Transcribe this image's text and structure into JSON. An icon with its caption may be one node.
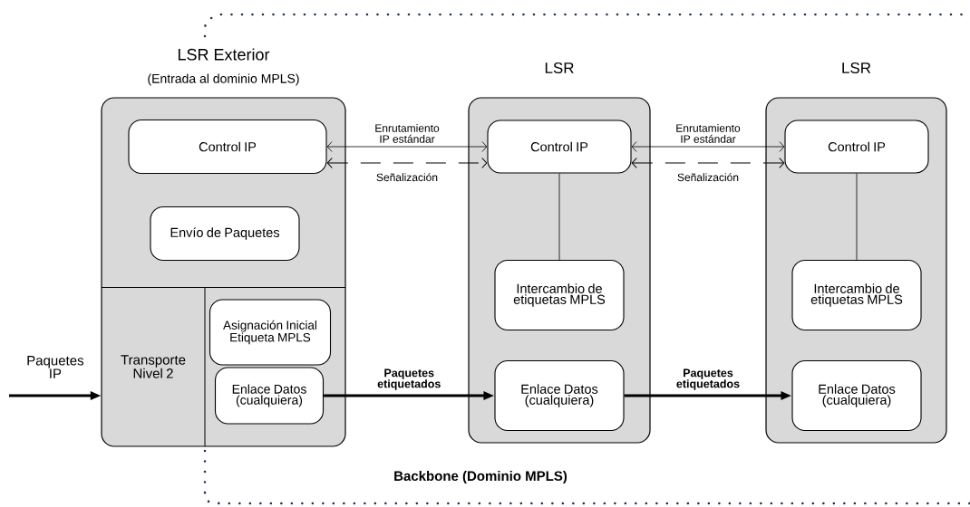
{
  "diagram": {
    "nodes": [
      {
        "text": [
          "LSR Exterior",
          "(Entrada al dominio MPLS)"
        ]
      },
      {
        "text": [
          "Control IP"
        ],
        "in": 0
      },
      {
        "text": [
          "Envío de Paquetes"
        ],
        "in": 0
      },
      {
        "text": [
          "Transporte Nivel 2"
        ],
        "in": 0
      },
      {
        "text": [
          "Asignación Inicial Etiqueta MPLS"
        ],
        "in": 0
      },
      {
        "text": [
          "Enlace Datos (cualquiera)"
        ],
        "in": 0
      },
      {
        "text": [
          "LSR"
        ]
      },
      {
        "text": [
          "Control IP"
        ],
        "in": 6
      },
      {
        "text": [
          "Intercambio de etiquetas MPLS"
        ],
        "in": 6
      },
      {
        "text": [
          "Enlace Datos (cualquiera)"
        ],
        "in": 6
      },
      {
        "text": [
          "LSR"
        ]
      },
      {
        "text": [
          "Control IP"
        ],
        "in": 10
      },
      {
        "text": [
          "Intercambio de etiquetas MPLS"
        ],
        "in": 10
      },
      {
        "text": [
          "Enlace Datos (cualquiera)"
        ],
        "in": 10
      }
    ],
    "edges": [
      {
        "from": null,
        "to": 3,
        "arrow": "to",
        "style": "thick",
        "label": "Paquetes IP"
      },
      {
        "from": 1,
        "to": 7,
        "arrow": "both",
        "label": "Enrutamiento IP estándar"
      },
      {
        "from": 1,
        "to": 7,
        "arrow": "both",
        "style": "dashed",
        "label": "Señalización"
      },
      {
        "from": 7,
        "to": 11,
        "arrow": "both",
        "label": "Enrutamiento IP estándar"
      },
      {
        "from": 7,
        "to": 11,
        "arrow": "both",
        "style": "dashed",
        "label": "Señalización"
      },
      {
        "from": 5,
        "to": 9,
        "arrow": "to",
        "style": "thick",
        "label": "Paquetes etiquetados"
      },
      {
        "from": 9,
        "to": 13,
        "arrow": "to",
        "style": "thick",
        "label": "Paquetes etiquetados"
      },
      {
        "from": 7,
        "to": 8,
        "arrow": "none"
      },
      {
        "from": 11,
        "to": 12,
        "arrow": "none"
      }
    ],
    "labels": [
      "Backbone (Dominio MPLS)"
    ]
  }
}
